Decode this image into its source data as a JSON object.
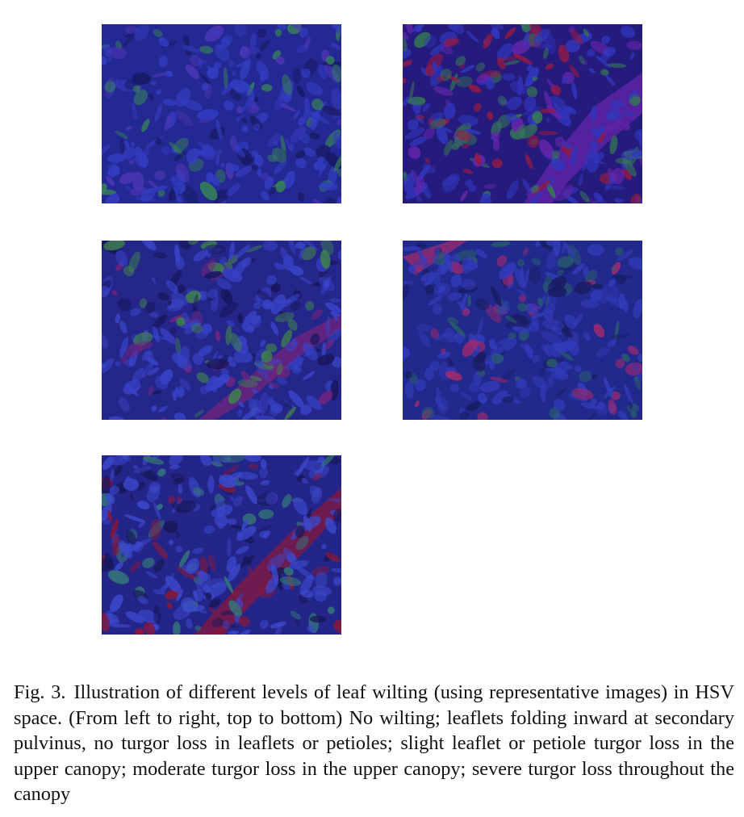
{
  "figure": {
    "label": "Fig. 3.",
    "caption": "Illustration of different levels of leaf wilting (using representative images) in HSV space. (From left to right, top to bottom) No wilting; leaflets folding inward at secondary pulvinus, no turgor loss in leaflets or petioles; slight leaflet or petiole turgor loss in the upper canopy; moderate turgor loss in the upper canopy; severe turgor loss throughout the canopy"
  },
  "panels": [
    {
      "id": "p1",
      "wilting_level": "no-wilting",
      "base_color": "#2a2fa6",
      "accent_colors": [
        "#3c48e0",
        "#3f9a63",
        "#1b1d6e",
        "#5b3fd0"
      ]
    },
    {
      "id": "p2",
      "wilting_level": "leaflets-folding-inward",
      "base_color": "#2a1f8c",
      "accent_colors": [
        "#3a3fd8",
        "#b01e4a",
        "#7a2ac4",
        "#3f8f5c"
      ]
    },
    {
      "id": "p3",
      "wilting_level": "slight-turgor-loss",
      "base_color": "#2b2c9c",
      "accent_colors": [
        "#4250e8",
        "#4a9a55",
        "#8a2a8e",
        "#1c1a66"
      ]
    },
    {
      "id": "p4",
      "wilting_level": "moderate-turgor-loss",
      "base_color": "#2730a0",
      "accent_colors": [
        "#3b46d6",
        "#2f6e78",
        "#c2307a",
        "#1d226e"
      ]
    },
    {
      "id": "p5",
      "wilting_level": "severe-turgor-loss",
      "base_color": "#2a2b9c",
      "accent_colors": [
        "#4655ea",
        "#3e8e86",
        "#a21c3c",
        "#1b1b62"
      ]
    }
  ]
}
